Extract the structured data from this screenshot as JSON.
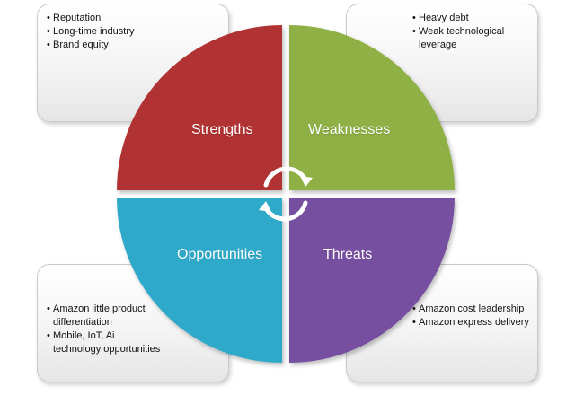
{
  "quadrants": {
    "strengths": {
      "label": "Strengths",
      "color": "#b13232"
    },
    "weaknesses": {
      "label": "Weaknesses",
      "color": "#8fb045"
    },
    "opportunities": {
      "label": "Opportunities",
      "color": "#2ea9c9"
    },
    "threats": {
      "label": "Threats",
      "color": "#7650a0"
    }
  },
  "cards": {
    "strengths": {
      "items": [
        "Reputation",
        "Long-time  industry",
        "Brand equity"
      ]
    },
    "weaknesses": {
      "items": [
        "Heavy debt",
        "Weak technological leverage"
      ]
    },
    "opportunities": {
      "items": [
        "Amazon little product differentiation",
        "Mobile, IoT, Ai technology opportunities"
      ]
    },
    "threats": {
      "items": [
        "Amazon cost leadership",
        "Amazon express delivery"
      ]
    }
  },
  "icons": {
    "center": "circular-arrows-icon"
  }
}
